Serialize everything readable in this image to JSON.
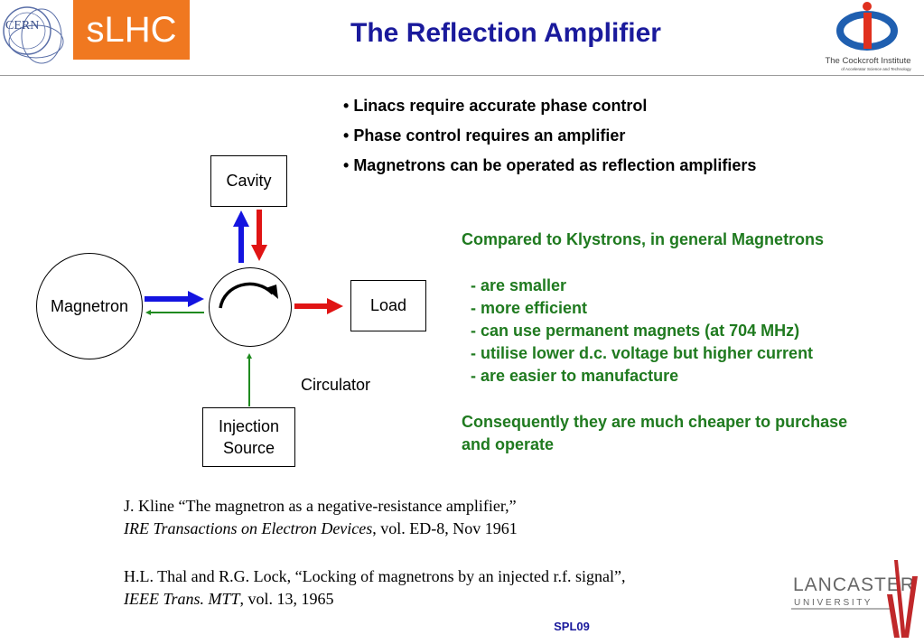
{
  "header": {
    "title": "The Reflection Amplifier",
    "badge": "sLHC",
    "cern_logo_text": "CERN",
    "cockcroft_logo_text": "The Cockcroft Institute",
    "cockcroft_logo_subtext": "of Accelerator Science and Technology"
  },
  "bullets": [
    "Linacs require accurate phase control",
    "Phase control requires an amplifier",
    "Magnetrons can be operated as reflection amplifiers"
  ],
  "diagram": {
    "cavity": "Cavity",
    "magnetron": "Magnetron",
    "load": "Load",
    "injection_line1": "Injection",
    "injection_line2": "Source",
    "circulator": "Circulator",
    "colors": {
      "forward": "#1414e0",
      "reflected": "#e01414",
      "injection": "#1f8a1f"
    }
  },
  "comparison": {
    "title": "Compared to Klystrons, in general Magnetrons",
    "items": [
      "- are smaller",
      "- more efficient",
      "- can use permanent magnets (at 704 MHz)",
      "- utilise lower d.c. voltage but higher current",
      "- are easier to manufacture"
    ],
    "conclusion": "Consequently they are much cheaper to purchase and operate"
  },
  "references": [
    {
      "line1": "J. Kline “The magnetron as a negative-resistance amplifier,”",
      "journal": "IRE Transactions on Electron Devices",
      "details": ", vol. ED-8, Nov 1961"
    },
    {
      "line1": "H.L. Thal and R.G. Lock, “Locking of magnetrons by an injected r.f. signal”,",
      "journal": "IEEE Trans. MTT",
      "details": ", vol. 13, 1965"
    }
  ],
  "footer": {
    "label": "SPL09"
  },
  "lancaster_logo": {
    "line1": "LANCASTER",
    "line2": "U N I V E R S I T Y"
  }
}
